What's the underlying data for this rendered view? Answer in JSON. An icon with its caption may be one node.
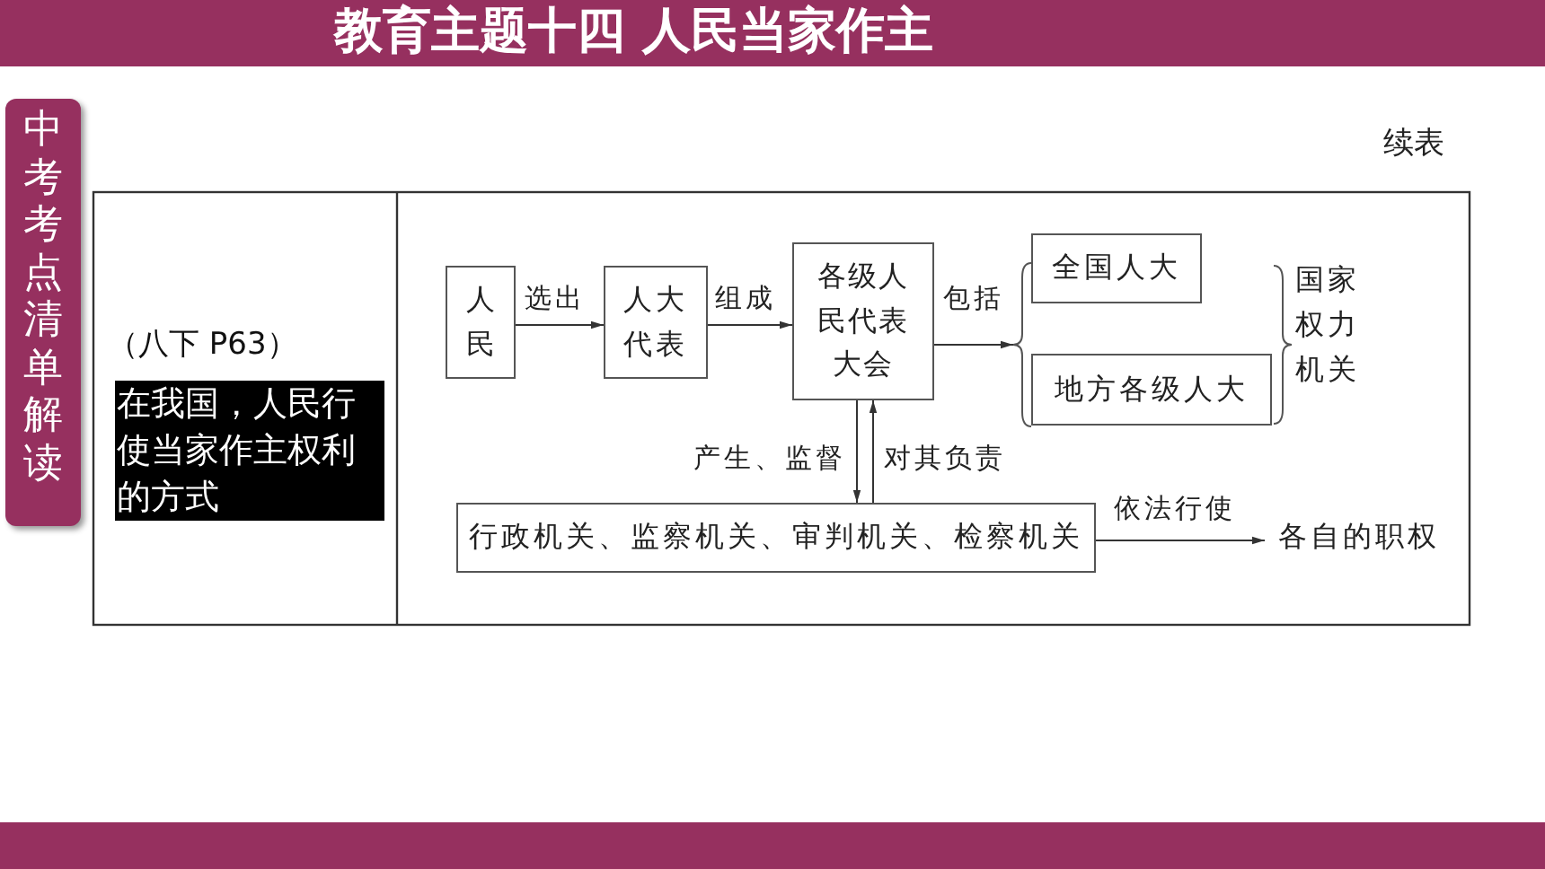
{
  "diagram": {
    "title": "教育主题十四 人民当家作主",
    "nodes": [
      {
        "text": [
          "人民"
        ]
      },
      {
        "text": [
          "人大代表"
        ]
      },
      {
        "text": [
          "各级人民代表大会"
        ]
      },
      {
        "text": [
          "全国人大"
        ]
      },
      {
        "text": [
          "地方各级人大"
        ]
      },
      {
        "text": [
          "行政机关、监察机关、审判机关、检察机关"
        ]
      },
      {
        "text": [
          "各自的职权"
        ]
      },
      {
        "text": [],
        "shape": "bracket"
      }
    ],
    "edges": [
      {
        "from": 0,
        "to": 1,
        "arrow": "to",
        "label": "选出"
      },
      {
        "from": 1,
        "to": 2,
        "arrow": "to",
        "label": "组成"
      },
      {
        "from": 2,
        "to": 7,
        "arrow": "to",
        "label": "包括"
      },
      {
        "from": 2,
        "to": 5,
        "arrow": "to",
        "label": "产生、监督"
      },
      {
        "from": 5,
        "to": 2,
        "arrow": "to",
        "label": "对其负责"
      },
      {
        "from": 5,
        "to": 6,
        "arrow": "to",
        "label": "依法行使"
      }
    ],
    "labels": [
      "续表",
      "中考考点清单解读",
      "（八下 P63）",
      "在我国，人民行使当家作主权利的方式",
      "国家权力机关"
    ]
  }
}
